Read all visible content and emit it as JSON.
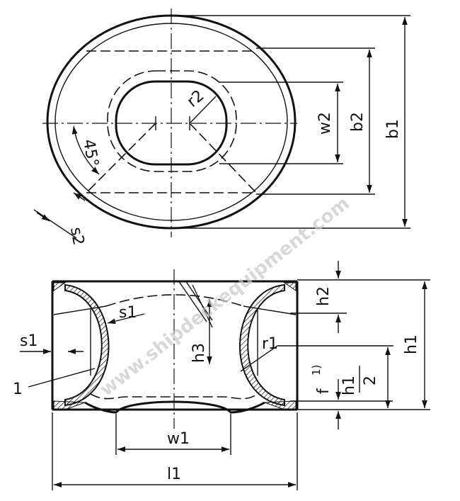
{
  "labels": {
    "b1": "b1",
    "b2": "b2",
    "w2": "w2",
    "r2": "r2",
    "angle": "45°",
    "s2": "s2",
    "s1_inner": "s1",
    "s1_left": "s1",
    "h2": "h2",
    "h3": "h3",
    "r1": "r1",
    "h1": "h1",
    "f": "f",
    "f_note": "1)",
    "h1_half_num": "h1",
    "h1_half_den": "2",
    "w1": "w1",
    "l1": "l1",
    "callout_1": "1"
  },
  "watermark": "www.shipdeckequipment.com"
}
